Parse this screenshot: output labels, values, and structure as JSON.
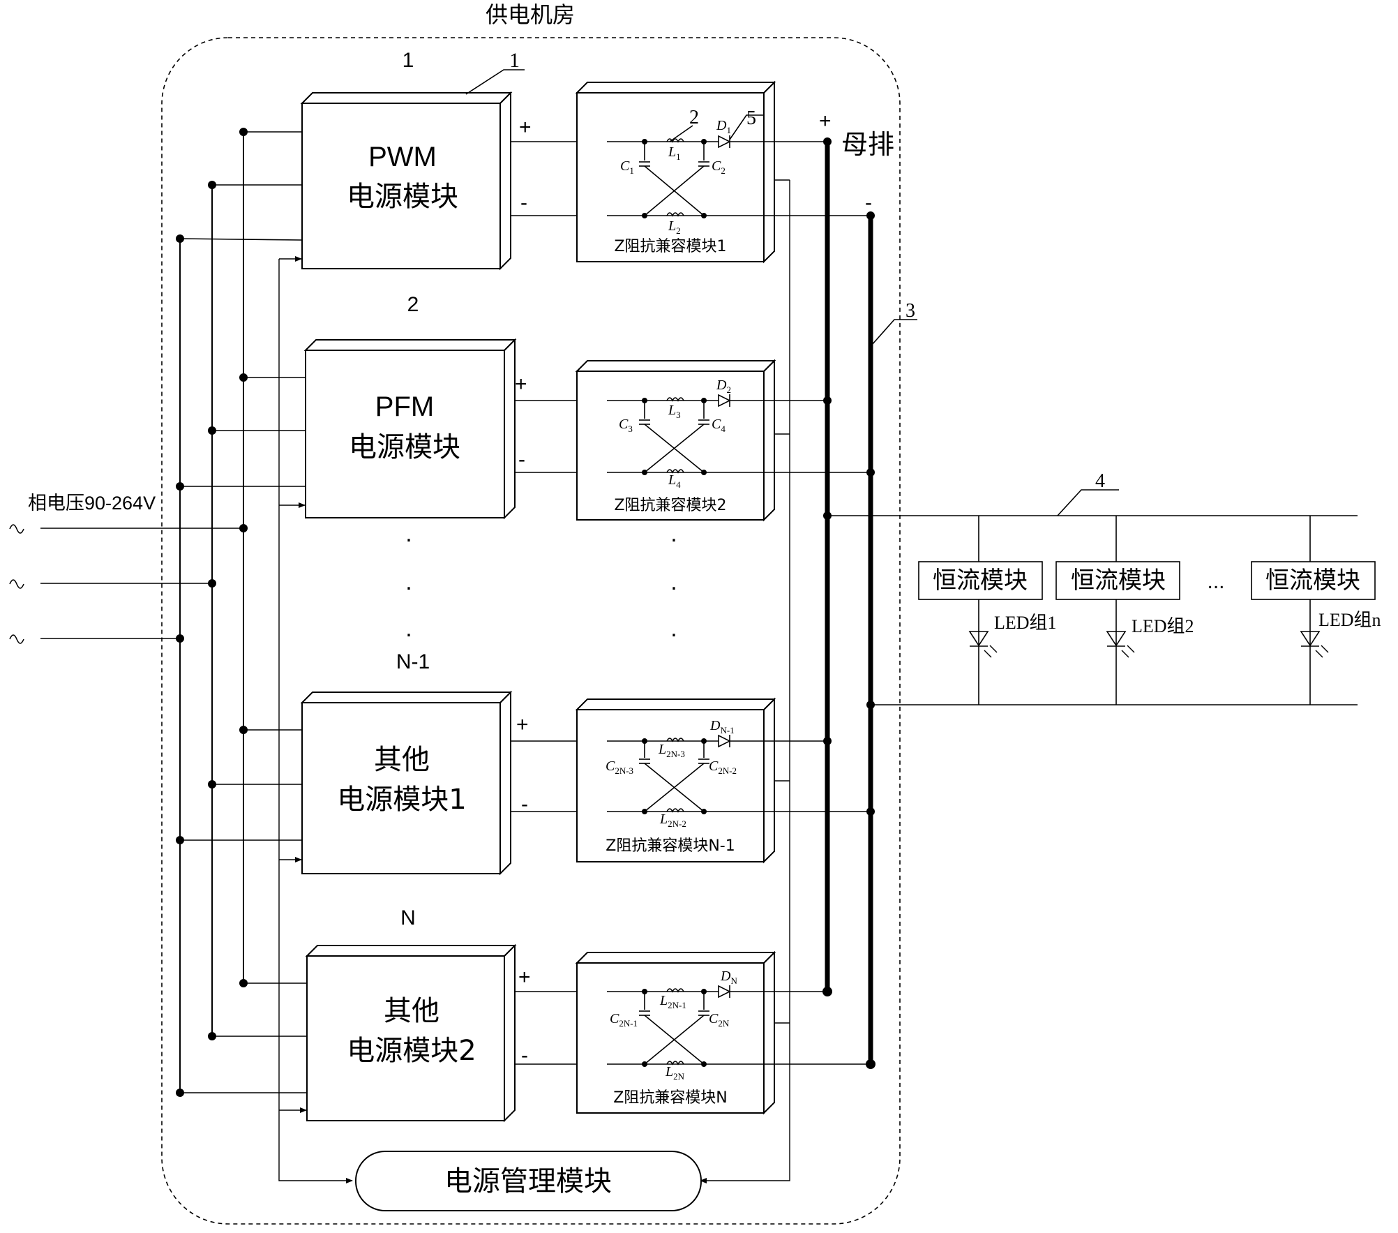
{
  "diagram": {
    "room_title": "供电机房",
    "busbar_label": "母排",
    "bus_plus": "+",
    "bus_minus": "-",
    "input_label": "相电压90-264V",
    "management_module": "电源管理模块",
    "ref_labels": {
      "r1": "1",
      "r2": "2",
      "r3": "3",
      "r4": "4",
      "r5": "5"
    },
    "modules": [
      {
        "index": "1",
        "line1": "PWM",
        "line2": "电源模块",
        "plus": "+",
        "minus": "-",
        "z_label": "Z阻抗兼容模块1",
        "L_top": "L",
        "L_top_sub": "1",
        "L_bot": "L",
        "L_bot_sub": "2",
        "C_left": "C",
        "C_left_sub": "1",
        "C_right": "C",
        "C_right_sub": "2",
        "D": "D",
        "D_sub": "1"
      },
      {
        "index": "2",
        "line1": "PFM",
        "line2": "电源模块",
        "plus": "+",
        "minus": "-",
        "z_label": "Z阻抗兼容模块2",
        "L_top": "L",
        "L_top_sub": "3",
        "L_bot": "L",
        "L_bot_sub": "4",
        "C_left": "C",
        "C_left_sub": "3",
        "C_right": "C",
        "C_right_sub": "4",
        "D": "D",
        "D_sub": "2"
      },
      {
        "index": "N-1",
        "line1": "其他",
        "line2": "电源模块1",
        "plus": "+",
        "minus": "-",
        "z_label": "Z阻抗兼容模块N-1",
        "L_top": "L",
        "L_top_sub": "2N-3",
        "L_bot": "L",
        "L_bot_sub": "2N-2",
        "C_left": "C",
        "C_left_sub": "2N-3",
        "C_right": "C",
        "C_right_sub": "2N-2",
        "D": "D",
        "D_sub": "N-1"
      },
      {
        "index": "N",
        "line1": "其他",
        "line2": "电源模块2",
        "plus": "+",
        "minus": "-",
        "z_label": "Z阻抗兼容模块N",
        "L_top": "L",
        "L_top_sub": "2N-1",
        "L_bot": "L",
        "L_bot_sub": "2N",
        "C_left": "C",
        "C_left_sub": "2N-1",
        "C_right": "C",
        "C_right_sub": "2N",
        "D": "D",
        "D_sub": "N"
      }
    ],
    "ellipsis_dot": ".",
    "loads": [
      {
        "module": "恒流模块",
        "led": "LED组1"
      },
      {
        "module": "恒流模块",
        "led": "LED组2"
      },
      {
        "module": "恒流模块",
        "led": "LED组n"
      }
    ],
    "loads_ellipsis": "..."
  }
}
